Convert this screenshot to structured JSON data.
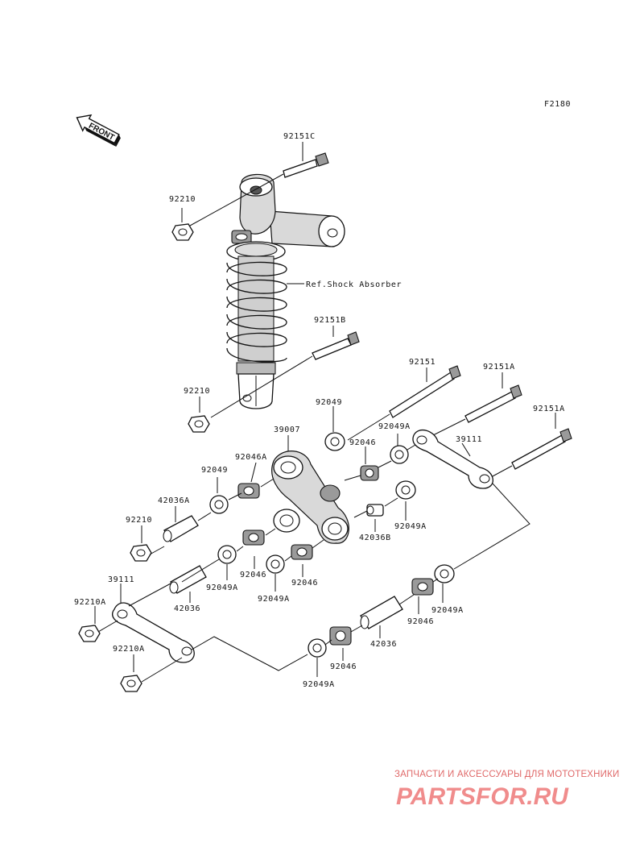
{
  "figure_code": "F2180",
  "front_label": "FRONT",
  "reference_label": "Ref.Shock Absorber",
  "part_labels": {
    "p92151C": "92151C",
    "p92210_top": "92210",
    "p92151B": "92151B",
    "p92210_mid": "92210",
    "p92151": "92151",
    "p92151A_1": "92151A",
    "p92151A_2": "92151A",
    "p92049_top": "92049",
    "p39007": "39007",
    "p92049A_top": "92049A",
    "p92046A": "92046A",
    "p92046_top": "92046",
    "p39111_right": "39111",
    "p92049_left": "92049",
    "p42036A": "42036A",
    "p92210_left": "92210",
    "p92049A_mid": "92049A",
    "p42036B": "42036B",
    "p39111_left": "39111",
    "p92210A_1": "92210A",
    "p42036_left": "42036",
    "p92049A_left": "92049A",
    "p92046_mid": "92046",
    "p92049A_center": "92049A",
    "p92046_center": "92046",
    "p92049A_right": "92049A",
    "p92046_right": "92046",
    "p92210A_2": "92210A",
    "p42036_bottom": "42036",
    "p92046_bottom": "92046",
    "p92049A_bottom": "92049A"
  },
  "watermark": {
    "line1": "ЗАПЧАСТИ И АКСЕССУАРЫ ДЛЯ МОТОТЕХНИКИ",
    "line2": "PARTSFOR.RU",
    "color": "#f08c8c"
  }
}
